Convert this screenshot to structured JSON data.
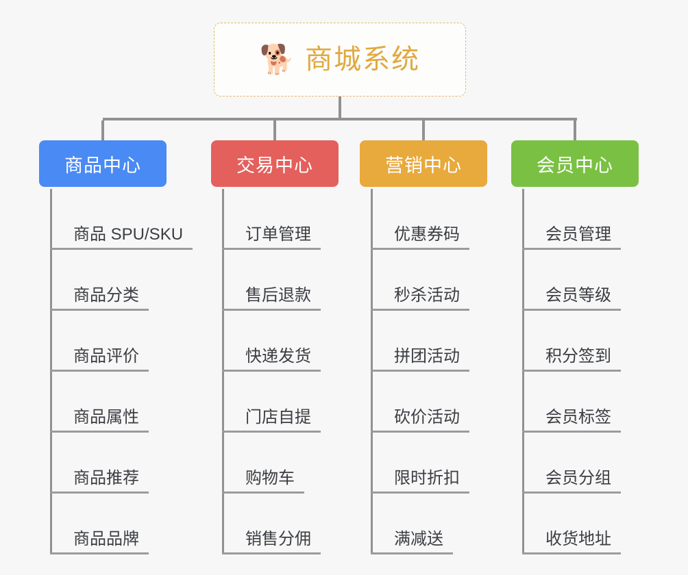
{
  "root": {
    "icon": "shiba-dog-face-icon",
    "icon_glyph": "🐕",
    "title": "商城系统",
    "title_color": "#e0a93f",
    "border_color": "#e6b765"
  },
  "connector_color": "#919191",
  "background_color": "#f7f7f7",
  "branches": [
    {
      "title": "商品中心",
      "color": "#4a8af4",
      "items": [
        "商品 SPU/SKU",
        "商品分类",
        "商品评价",
        "商品属性",
        "商品推荐",
        "商品品牌"
      ]
    },
    {
      "title": "交易中心",
      "color": "#e4605c",
      "items": [
        "订单管理",
        "售后退款",
        "快递发货",
        "门店自提",
        "购物车",
        "销售分佣"
      ]
    },
    {
      "title": "营销中心",
      "color": "#e8a93d",
      "items": [
        "优惠券码",
        "秒杀活动",
        "拼团活动",
        "砍价活动",
        "限时折扣",
        "满减送"
      ]
    },
    {
      "title": "会员中心",
      "color": "#7ac143",
      "items": [
        "会员管理",
        "会员等级",
        "积分签到",
        "会员标签",
        "会员分组",
        "收货地址"
      ]
    }
  ],
  "layout": {
    "branch_left": [
      57,
      308,
      525,
      746
    ],
    "branch_width": [
      186,
      186,
      186,
      186
    ]
  }
}
